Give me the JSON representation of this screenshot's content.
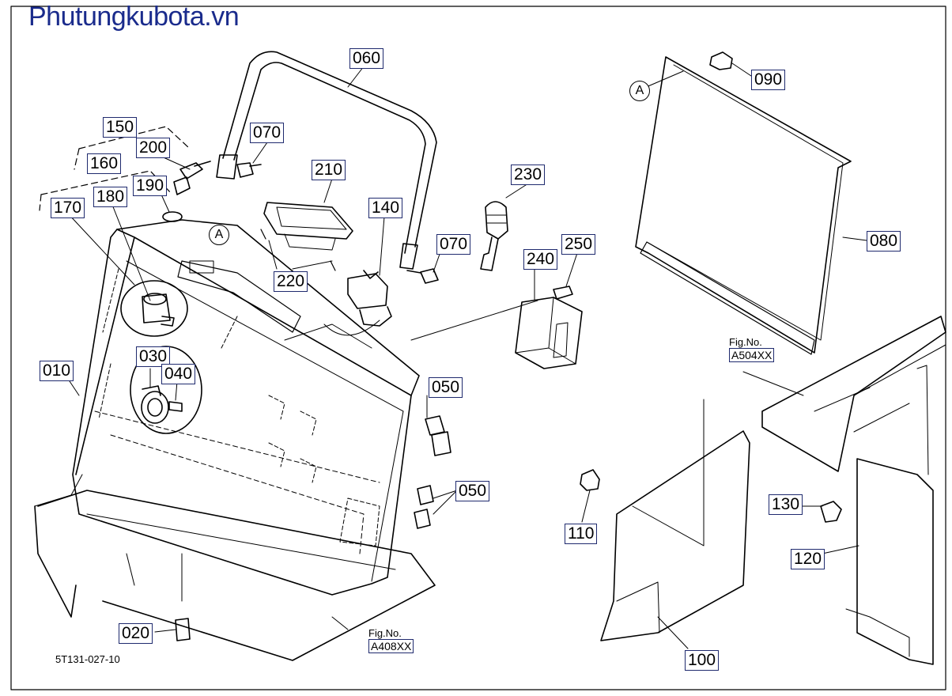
{
  "brand": "Phutungkubota.vn",
  "drawing_code": "5T131-027-10",
  "figure_refs": [
    {
      "label": "Fig.No.",
      "code": "A504XX"
    },
    {
      "label": "Fig.No.",
      "code": "A408XX"
    }
  ],
  "ref_mark": "A",
  "parts": {
    "p010": "010",
    "p020": "020",
    "p030": "030",
    "p040": "040",
    "p050a": "050",
    "p050b": "050",
    "p060": "060",
    "p070a": "070",
    "p070b": "070",
    "p080": "080",
    "p090": "090",
    "p100": "100",
    "p110": "110",
    "p120": "120",
    "p130": "130",
    "p140": "140",
    "p150": "150",
    "p160": "160",
    "p170": "170",
    "p180": "180",
    "p190": "190",
    "p200": "200",
    "p210": "210",
    "p220": "220",
    "p230": "230",
    "p240": "240",
    "p250": "250"
  }
}
